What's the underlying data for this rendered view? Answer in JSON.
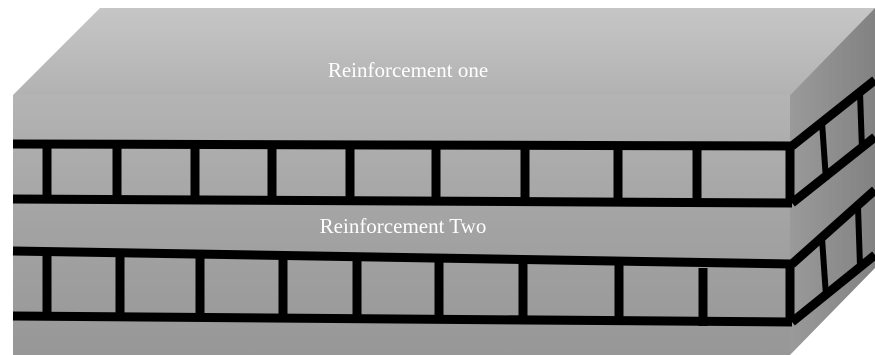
{
  "diagram": {
    "labels": {
      "top": "Reinforcement one",
      "middle": "Reinforcement Two"
    },
    "colors": {
      "top_face": "#bdbdbd",
      "front_face": "#a6a6a6",
      "side_face": "#8c8c8c",
      "reinforcement": "#000000",
      "label_text": "#ffffff"
    },
    "reinforcement_layers": 2
  }
}
